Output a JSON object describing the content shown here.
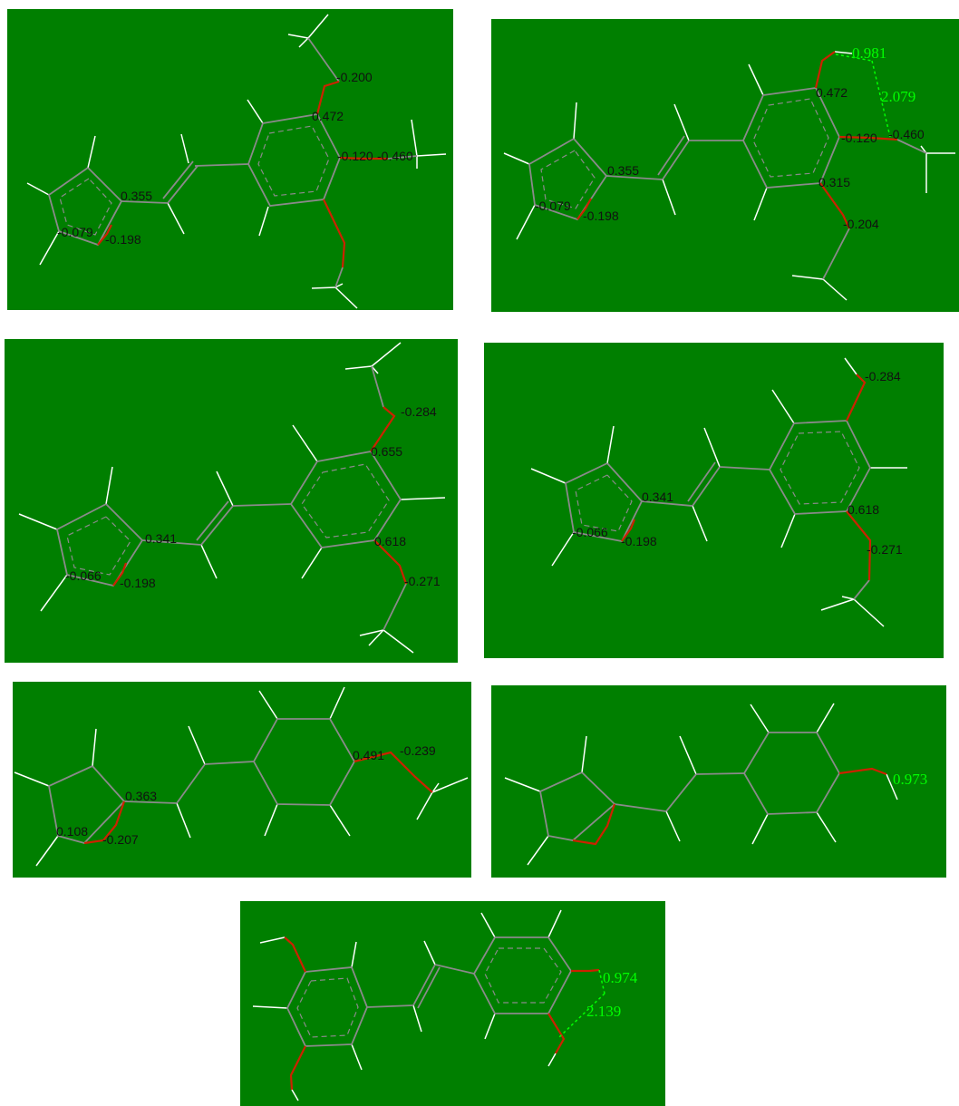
{
  "colors": {
    "background": "#ffffff",
    "panel": "#007f00",
    "carbon_bond": "#8a8a8a",
    "oxygen_bond": "#cc2200",
    "hydrogen_bond": "#ffffff",
    "charge_label": "#111111",
    "hbond_label": "#00ff00"
  },
  "panels": [
    {
      "labels": [
        "-0.200",
        "0.472",
        "-0.120",
        "-0.460",
        "0.355",
        "-0.079",
        "-0.198"
      ]
    },
    {
      "labels": [
        "0.981",
        "2.079",
        "0.472",
        "-0.120",
        "-0.460",
        "0.355",
        "0.315",
        "-0.079",
        "-0.198",
        "-0.204"
      ]
    },
    {
      "labels": [
        "-0.284",
        "0.655",
        "0.341",
        "0.618",
        "-0.271",
        "-0.066",
        "-0.198"
      ]
    },
    {
      "labels": [
        "-0.284",
        "0.341",
        "0.618",
        "-0.066",
        "-0.198",
        "-0.271"
      ]
    },
    {
      "labels": [
        "0.491",
        "-0.239",
        "0.363",
        "0.108",
        "-0.207"
      ]
    },
    {
      "labels": [
        "0.973"
      ]
    },
    {
      "labels": [
        "0.974",
        "2.139"
      ]
    }
  ]
}
